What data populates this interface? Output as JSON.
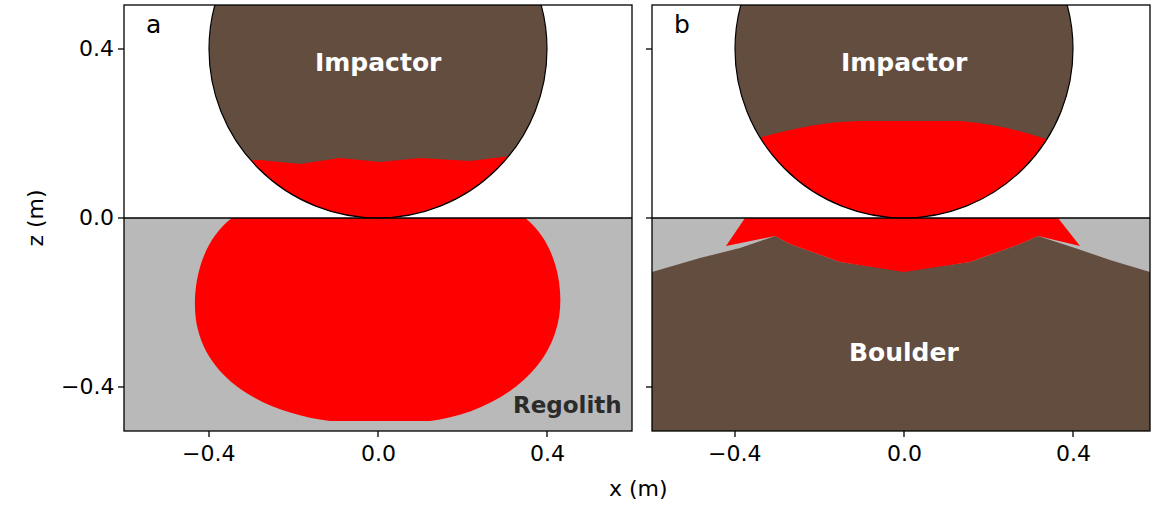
{
  "diagram": {
    "labels": [
      "a",
      "Impactor",
      "Regolith",
      "b",
      "Impactor",
      "Boulder",
      "0.4",
      "0.0",
      "−0.4",
      "−0.4",
      "0.0",
      "0.4",
      "−0.4",
      "0.0",
      "0.4",
      "z (m)",
      "x (m)"
    ]
  }
}
